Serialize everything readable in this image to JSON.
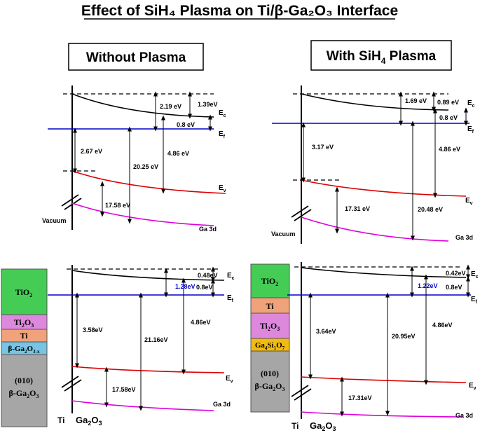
{
  "title": "Effect of SiH₄ Plasma on Ti/β-Ga₂O₃ Interface",
  "colors": {
    "conduction_band": "#000000",
    "fermi_level": "#0000cc",
    "valence_band": "#dd0000",
    "ga3d": "#dd00dd",
    "tio2": "#44cc55",
    "ti2o3": "#dd88dd",
    "ti": "#f0a27a",
    "ga2o3_3x": "#77c4e4",
    "ga4si1o7": "#f2bb10",
    "substrate": "#a6a6a6",
    "blue_value": "#0000cc"
  },
  "without_plasma": {
    "heading": "Without Plasma",
    "top": {
      "ec": "E",
      "ec_sub": "c",
      "ef": "E",
      "ef_sub": "f",
      "ev": "E",
      "ev_sub": "v",
      "ga3d": "Ga 3d",
      "vacuum": "Vacuum",
      "v_1_39": "1.39eV",
      "v_2_19": "2.19 eV",
      "v_0_8": "0.8 eV",
      "v_4_86": "4.86 eV",
      "v_20_25": "20.25 eV",
      "v_2_67": "2.67 eV",
      "v_17_58": "17.58 eV"
    },
    "bottom": {
      "ec": "E",
      "ec_sub": "c",
      "ef": "E",
      "ef_sub": "f",
      "ev": "E",
      "ev_sub": "v",
      "ga3d": "Ga 3d",
      "v_0_48": "0.48eV",
      "v_1_28": "1.28eV",
      "v_0_8": "0.8eV",
      "v_4_86": "4.86eV",
      "v_3_58": "3.58eV",
      "v_21_16": "21.16eV",
      "v_17_58": "17.58eV",
      "ti": "Ti",
      "ga2o3": "Ga",
      "ga2o3_a": "2",
      "ga2o3_b": "O",
      "ga2o3_c": "3"
    },
    "stack": {
      "tio2": "TiO",
      "tio2_sub": "2",
      "ti2o3": "Ti",
      "ti2o3_a": "2",
      "ti2o3_b": "O",
      "ti2o3_c": "3",
      "ti": "Ti",
      "ga3x": "β-Ga",
      "ga3x_a": "2",
      "ga3x_b": "O",
      "ga3x_c": "3-x",
      "sub1": "(010)",
      "sub2": "β-Ga",
      "sub2_a": "2",
      "sub2_b": "O",
      "sub2_c": "3"
    }
  },
  "with_plasma": {
    "heading_a": "With SiH",
    "heading_sub": "4",
    "heading_b": " Plasma",
    "top": {
      "ec": "E",
      "ec_sub": "c",
      "ef": "E",
      "ef_sub": "f",
      "ev": "E",
      "ev_sub": "v",
      "ga3d": "Ga 3d",
      "vacuum": "Vacuum",
      "v_1_69": "1.69 eV",
      "v_0_89": "0.89 eV",
      "v_0_8": "0.8 eV",
      "v_4_86": "4.86 eV",
      "v_3_17": "3.17 eV",
      "v_20_48": "20.48 eV",
      "v_17_31": "17.31 eV"
    },
    "bottom": {
      "ec": "E",
      "ec_sub": "c",
      "ef": "E",
      "ef_sub": "f",
      "ev": "E",
      "ev_sub": "v",
      "ga3d": "Ga 3d",
      "v_0_42": "0.42eV",
      "v_1_22": "1.22eV",
      "v_0_8": "0.8eV",
      "v_4_86": "4.86eV",
      "v_3_64": "3.64eV",
      "v_20_95": "20.95eV",
      "v_17_31": "17.31eV",
      "ti": "Ti",
      "ga2o3": "Ga",
      "ga2o3_a": "2",
      "ga2o3_b": "O",
      "ga2o3_c": "3"
    },
    "stack": {
      "tio2": "TiO",
      "tio2_sub": "2",
      "ti": "Ti",
      "ti2o3": "Ti",
      "ti2o3_a": "2",
      "ti2o3_b": "O",
      "ti2o3_c": "3",
      "gasio": "Ga",
      "gasio_a": "4",
      "gasio_b": "Si",
      "gasio_c": "1",
      "gasio_d": "O",
      "gasio_e": "7",
      "sub1": "(010)",
      "sub2": "β-Ga",
      "sub2_a": "2",
      "sub2_b": "O",
      "sub2_c": "3"
    }
  }
}
